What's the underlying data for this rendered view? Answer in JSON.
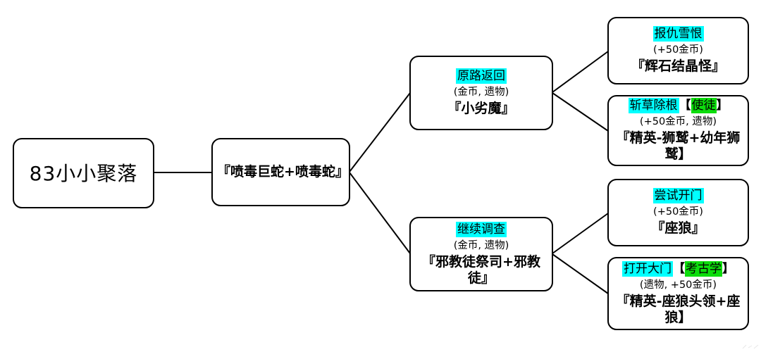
{
  "colors": {
    "choice_highlight": "#00ffff",
    "skill_highlight": "#0ddd0d",
    "connector": "#000000"
  },
  "nodes": {
    "start": {
      "label": "83小小聚落"
    },
    "battle1": {
      "monster": "『喷毒巨蛇+喷毒蛇』"
    },
    "return_path": {
      "choice": "原路返回",
      "rewards": "(金币, 遗物)",
      "monster": "『小劣魔』"
    },
    "investigate": {
      "choice": "继续调查",
      "rewards": "(金币, 遗物)",
      "monster": "『邪教徒祭司+邪教徒』"
    },
    "revenge": {
      "choice": "报仇雪恨",
      "rewards": "(+50金币)",
      "monster": "『辉石结晶怪』"
    },
    "eradicate": {
      "choice": "斩草除根",
      "bracket_open": "【",
      "skill": "使徒",
      "bracket_close": "】",
      "rewards": "(+50金币, 遗物)",
      "monster": "『精英-狮鹫+幼年狮鹫】"
    },
    "try_door": {
      "choice": "尝试开门",
      "rewards": "(+50金币)",
      "monster": "『座狼』"
    },
    "open_gate": {
      "choice": "打开大门",
      "bracket_open": "【",
      "skill": "考古学",
      "bracket_close": "】",
      "rewards": "(遗物, +50金币)",
      "monster": "『精英-座狼头领+座狼】"
    }
  }
}
